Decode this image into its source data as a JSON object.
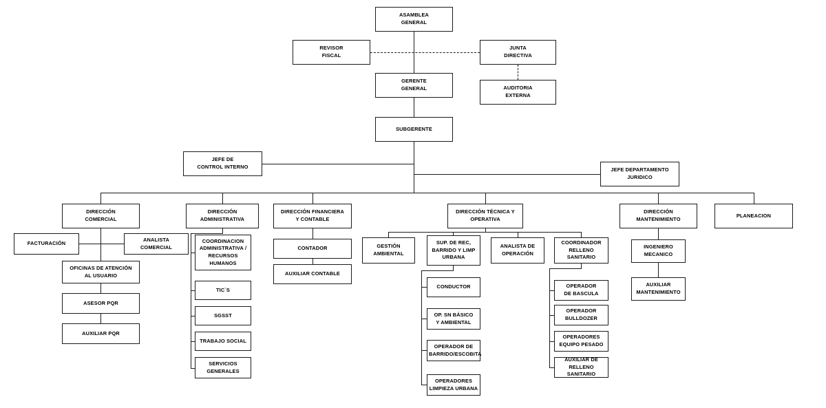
{
  "diagram": {
    "title": "Organigrama",
    "type": "organizational-chart",
    "colors": {
      "line": "#1a1a1a",
      "box_border": "#1a1a1a",
      "box_fill": "#ffffff",
      "text": "#000000",
      "background": "#ffffff"
    }
  },
  "nodes": {
    "asamblea_general": "ASAMBLEA\nGENERAL",
    "revisor_fiscal": "REVISOR\nFISCAL",
    "junta_directiva": "JUNTA\nDIRECTIVA",
    "auditoria_externa": "AUDITORIA\nEXTERNA",
    "gerente_general": "GERENTE\nGENERAL",
    "subgerente": "SUBGERENTE",
    "jefe_control_interno": "JEFE DE\nCONTROL INTERNO",
    "jefe_departamento_juridico": "JEFE DEPARTAMENTO\nJURIDICO",
    "direccion_comercial": "DIRECCIÓN\nCOMERCIAL",
    "facturacion": "FACTURACIÓN",
    "analista_comercial": "ANALISTA\nCOMERCIAL",
    "oficinas_atencion_usuario": "OFICINAS DE ATENCIÓN\nAL USUARIO",
    "asesor_pqr": "ASESOR PQR",
    "auxiliar_pqr": "AUXILIAR PQR",
    "direccion_administrativa": "DIRECCIÓN\nADMINISTRATIVA",
    "coordinacion_administrativa_rrhh": "COORDINACION\nADMINISTRATIVA /\nRECURSOS\nHUMANOS",
    "tics": "TIC`S",
    "sgsst": "SGSST",
    "trabajo_social": "TRABAJO SOCIAL",
    "servicios_generales": "SERVICIOS\nGENERALES",
    "direccion_financiera_contable": "DIRECCIÓN FINANCIERA\nY CONTABLE",
    "contador": "CONTADOR",
    "auxiliar_contable": "AUXILIAR CONTABLE",
    "direccion_tecnica_operativa": "DIRECCIÓN TÉCNICA Y\nOPERATIVA",
    "gestion_ambiental": "GESTIÓN\nAMBIENTAL",
    "sup_rec_barrido_limp_urbana": "SUP. DE REC,\nBARRIDO Y LIMP\nURBANA",
    "conductor": "CONDUCTOR",
    "op_sn_basico_ambiental": "OP. SN BÁSICO\nY AMBIENTAL",
    "operador_barrido_escobita": "OPERADOR DE\nBARRIDO/ESCOBITA",
    "operadores_limpieza_urbana": "OPERADORES\nLIMPIEZA URBANA",
    "analista_operacion": "ANALISTA DE\nOPERACIÓN",
    "coordinador_relleno_sanitario": "COORDINADOR\nRELLENO SANITARIO",
    "operador_de_bascula": "OPERADOR\nDE BASCULA",
    "operador_bulldozer": "OPERADOR\nBULLDOZER",
    "operadores_equipo_pesado": "OPERADORES\nEQUIPO PESADO",
    "auxiliar_relleno_sanitario": "AUXILIAR DE\nRELLENO SANITARIO",
    "direccion_mantenimiento": "DIRECCIÓN\nMANTENIMIENTO",
    "ingeniero_mecanico": "INGENIERO\nMECANICO",
    "auxiliar_mantenimiento": "AUXILIAR\nMANTENIMIENTO",
    "planeacion": "PLANEACION"
  }
}
